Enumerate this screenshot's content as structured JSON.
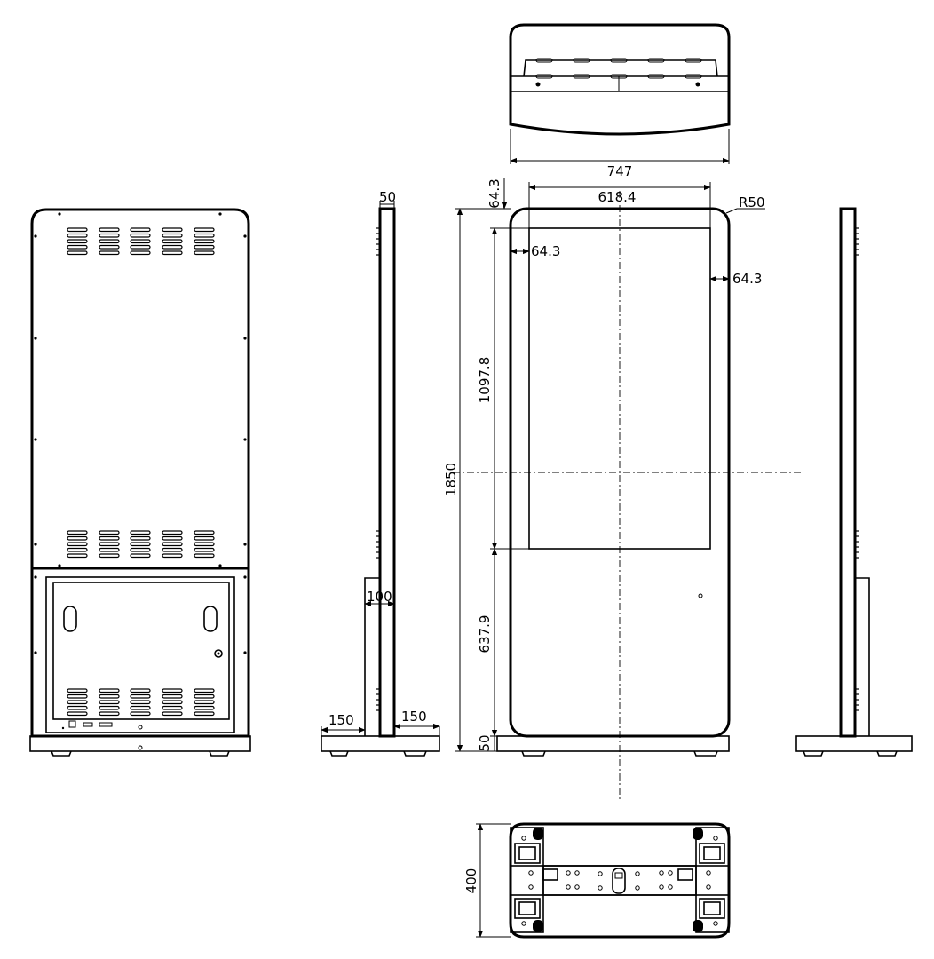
{
  "dimensions": {
    "top_width": "747",
    "screen_width": "618.4",
    "top_margin": "64.3",
    "left_margin": "64.3",
    "right_margin": "64.3",
    "corner_radius": "R50",
    "screen_height": "1097.8",
    "lower_height": "637.9",
    "total_height": "1850",
    "base_gap": "50",
    "depth_side": "50",
    "stand_depth": "100",
    "foot_left": "150",
    "foot_right": "150",
    "base_depth": "400"
  }
}
